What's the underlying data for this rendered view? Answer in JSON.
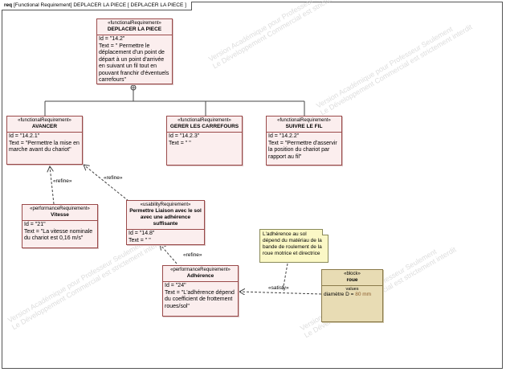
{
  "frame": {
    "kind": "req",
    "title": "[Functional Requirement] DEPLACER LA PIECE [ DEPLACER LA PIECE ]"
  },
  "requirements": {
    "deplacer": {
      "stereotype": "«functionalRequirement»",
      "name": "DEPLACER LA PIECE",
      "id": "Id = \"14.2\"",
      "text": "Text = \" Permettre le déplacement d'un point de départ à un point d'arrivée en suivant un fil tout en pouvant franchir d'éventuels carrefours\""
    },
    "avancer": {
      "stereotype": "«functionalRequirement»",
      "name": "AVANCER",
      "id": "Id = \"14.2.1\"",
      "text": "Text = \"Permettre la mise en marche avant du chariot\""
    },
    "carrefours": {
      "stereotype": "«functionalRequirement»",
      "name": "GERER LES CARREFOURS",
      "id": "Id = \"14.2.3\"",
      "text": "Text = \" \""
    },
    "fil": {
      "stereotype": "«functionalRequirement»",
      "name": "SUIVRE LE FIL",
      "id": "Id = \"14.2.2\"",
      "text": "Text = \"Permettre d'asservir la position du chariot par rapport au fil\""
    },
    "vitesse": {
      "stereotype": "«performanceRequirement»",
      "name": "Vitesse",
      "id": "Id = \"21\"",
      "text": "Text = \"La vitesse nominale du chariot est 0,16 m/s\""
    },
    "liaison": {
      "stereotype": "«usabilityRequirement»",
      "name": "Permettre Liaison avec le sol avec une adhérence suffisante",
      "id": "Id = \"14.8\"",
      "text": "Text = \" \""
    },
    "adherence": {
      "stereotype": "«performanceRequirement»",
      "name": "Adhérence",
      "id": "Id = \"24\"",
      "text": "Text = \"L'adhérence dépend du coefficient de frottement roues/sol\""
    }
  },
  "block": {
    "stereotype": "«block»",
    "name": "roue",
    "section": "values",
    "value_label": "diamètre D = ",
    "value_amount": "80 mm"
  },
  "note": {
    "text": "L'adhérence au sol dépend du matériau de la bande de roulement de la roue motrice et directrice"
  },
  "relations": {
    "refine1": "«refine»",
    "refine2": "«refine»",
    "refine3": "«refine»",
    "satisfy": "«satisfy»"
  },
  "watermark": {
    "line1": "Version Académique pour Professeur Seulement",
    "line2": "Le Développement Commercial est strictement interdit"
  }
}
